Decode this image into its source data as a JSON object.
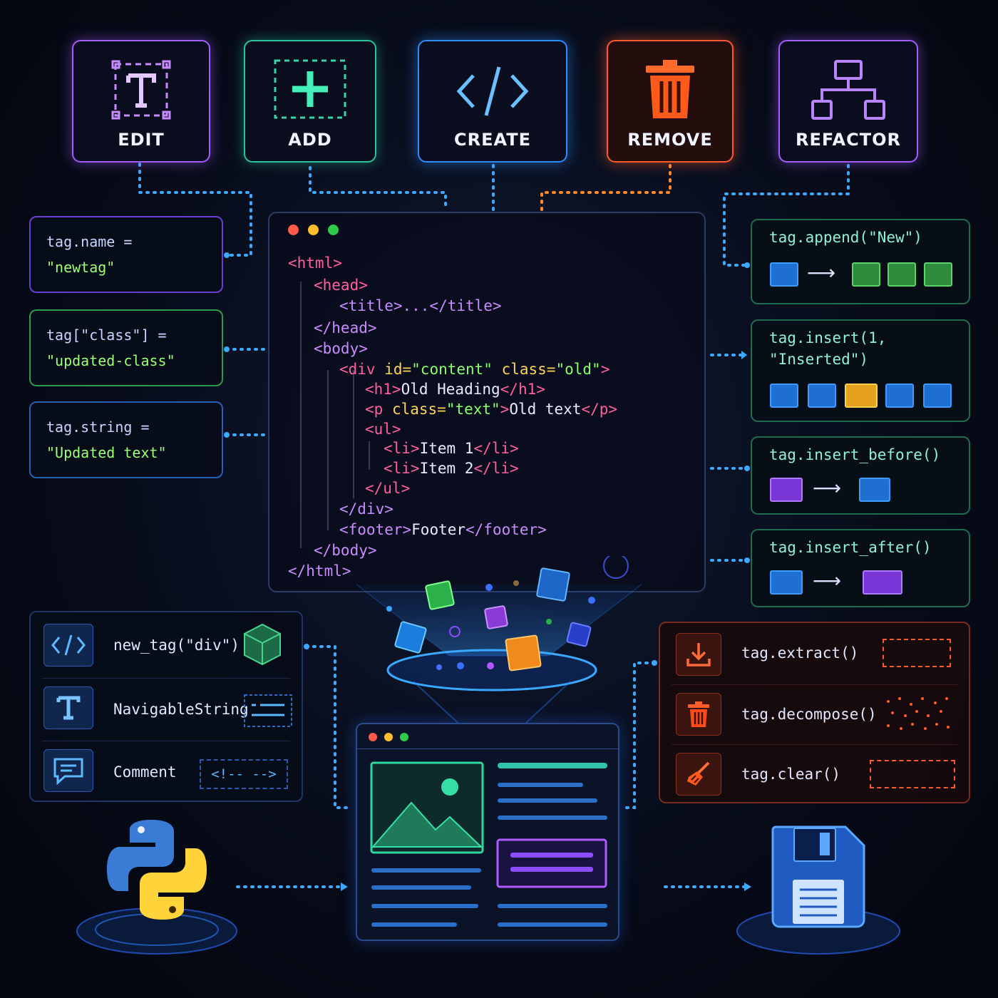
{
  "actions": [
    {
      "label": "EDIT",
      "icon": "text-edit-icon",
      "color": "#a45cff"
    },
    {
      "label": "ADD",
      "icon": "plus-icon",
      "color": "#27c59a"
    },
    {
      "label": "CREATE",
      "icon": "code-icon",
      "color": "#2d8dff"
    },
    {
      "label": "REMOVE",
      "icon": "trash-icon",
      "color": "#ff5a2a"
    },
    {
      "label": "REFACTOR",
      "icon": "hierarchy-icon",
      "color": "#a45cff"
    }
  ],
  "edit_snippets": [
    {
      "line1": "tag.name =",
      "line2": "\"newtag\"",
      "color": "#8a4dff"
    },
    {
      "line1": "tag[\"class\"] =",
      "line2": "\"updated-class\"",
      "color": "#2f9a4f"
    },
    {
      "line1": "tag.string =",
      "line2": "\"Updated text\"",
      "color": "#2a5fb8"
    }
  ],
  "insert_methods": [
    {
      "text": "tag.append(\"New\")"
    },
    {
      "line1": "tag.insert(1,",
      "line2": "\"Inserted\")"
    },
    {
      "text": "tag.insert_before()"
    },
    {
      "text": "tag.insert_after()"
    }
  ],
  "code": [
    {
      "text": "<html>"
    },
    {
      "text": "<head>"
    },
    {
      "text": "<title>...</title>"
    },
    {
      "text": "</head>"
    },
    {
      "text": "<body>"
    },
    {
      "tag_open": "<div",
      "attr1": " id=",
      "val1": "\"content\"",
      "attr2": " class=",
      "val2": "\"old\"",
      "tag_close": ">"
    },
    {
      "tag_open": "<h1>",
      "content": "Old Heading",
      "tag_close": "</h1>"
    },
    {
      "tag_open": "<p",
      "attr1": " class=",
      "val1": "\"text\"",
      "tag_mid": ">",
      "content": "Old text",
      "tag_close": "</p>"
    },
    {
      "text": "<ul>"
    },
    {
      "tag_open": "<li>",
      "content": "Item 1",
      "tag_close": "</li>"
    },
    {
      "tag_open": "<li>",
      "content": "Item 2",
      "tag_close": "</li>"
    },
    {
      "text": "</ul>"
    },
    {
      "text": "</div>"
    },
    {
      "tag_open": "<footer>",
      "content": "Footer",
      "tag_close": "</footer>"
    },
    {
      "text": "</body>"
    },
    {
      "text": "</html>"
    }
  ],
  "create_panel": [
    {
      "text": "new_tag(\"div\")",
      "icon": "code-icon",
      "thumb": "cube-icon"
    },
    {
      "text": "NavigableString",
      "icon": "text-icon",
      "thumb": "lines-icon"
    },
    {
      "text": "Comment",
      "icon": "comment-icon",
      "thumb": "<!-- -->"
    }
  ],
  "remove_panel": [
    {
      "text": "tag.extract()",
      "icon": "download-icon"
    },
    {
      "text": "tag.decompose()",
      "icon": "trash-icon"
    },
    {
      "text": "tag.clear()",
      "icon": "broom-icon"
    }
  ],
  "bottom_icons": {
    "left": "python-logo-icon",
    "right": "floppy-disk-icon"
  }
}
